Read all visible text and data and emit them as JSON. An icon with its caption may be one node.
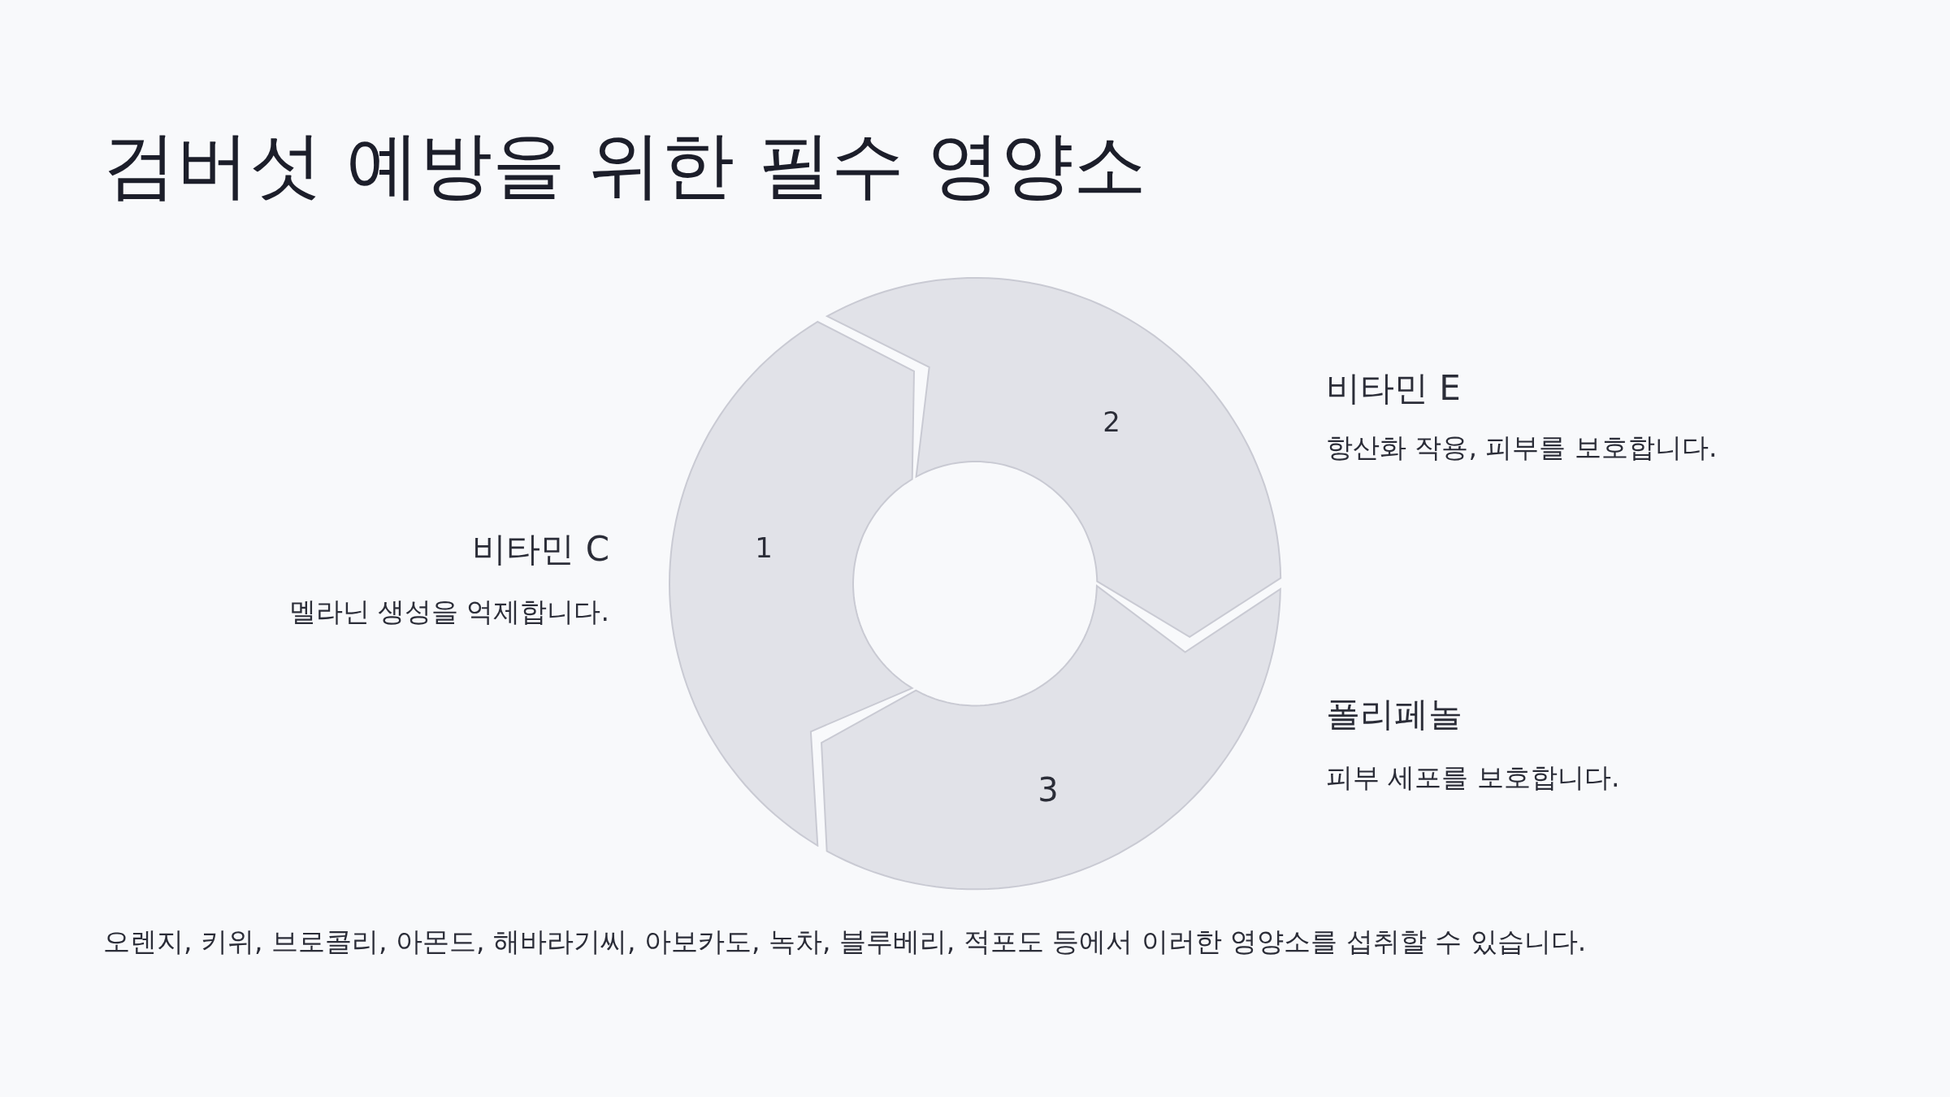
{
  "diagram": {
    "title": "검버섯 예방을 위한 필수 영양소",
    "nodes": [
      {
        "text": [
          "1"
        ],
        "beside": [
          "비타민 C",
          "멜라닌 생성을 억제합니다."
        ]
      },
      {
        "text": [
          "2"
        ],
        "beside": [
          "비타민 E",
          "항산화 작용, 피부를 보호합니다."
        ]
      },
      {
        "text": [
          "3"
        ],
        "beside": [
          "폴리페놀",
          "피부 세포를 보호합니다."
        ]
      }
    ],
    "edges": [],
    "caption": "오렌지, 키위, 브로콜리, 아몬드, 해바라기씨, 아보카도, 녹차, 블루베리, 적포도 등에서 이러한 영양소를 섭취할 수 있습니다."
  }
}
